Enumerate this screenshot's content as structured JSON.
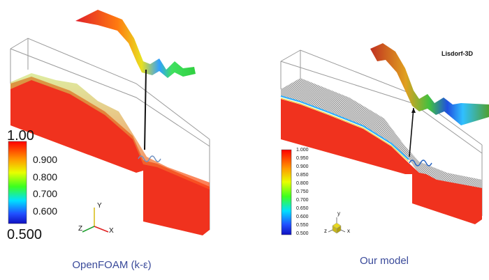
{
  "left_panel": {
    "caption": "OpenFOAM (k-ε)",
    "colorbar": {
      "max_label": "1.00",
      "min_label": "0.500",
      "ticks": [
        "0.900",
        "0.800",
        "0.700",
        "0.600"
      ]
    },
    "axes": {
      "x": "X",
      "y": "Y",
      "z": "Z"
    }
  },
  "right_panel": {
    "caption": "Our model",
    "inset_label": "Lisdorf-3D",
    "colorbar": {
      "ticks": [
        "1.000",
        "0.950",
        "0.900",
        "0.850",
        "0.800",
        "0.750",
        "0.700",
        "0.650",
        "0.600",
        "0.550",
        "0.500"
      ]
    },
    "axes": {
      "x": "x",
      "y": "y",
      "z": "z"
    }
  },
  "colors": {
    "water": "#f0321e",
    "caption": "#3a4a9a"
  }
}
